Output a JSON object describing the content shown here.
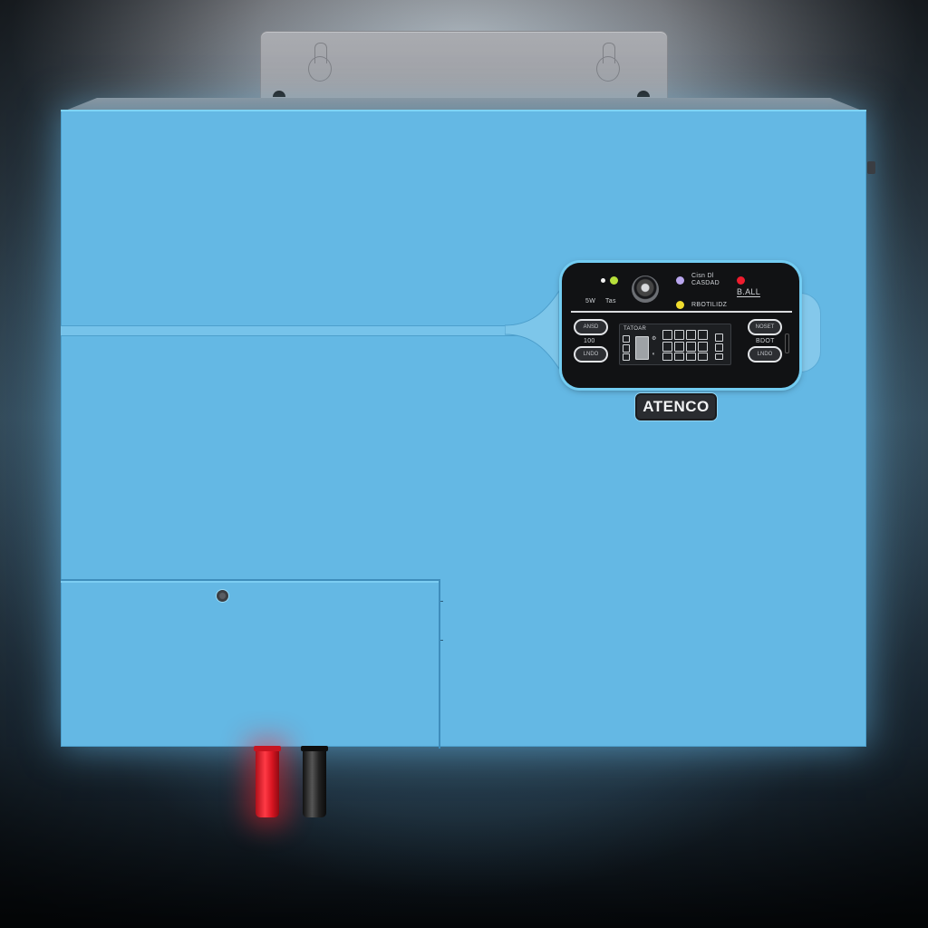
{
  "image": {
    "subject": "wall-mounted electrical unit with control panel",
    "body_color": "#64b8e4",
    "panel_color": "#111214",
    "background_colors": [
      "#2a323a",
      "#3b5566",
      "#05080b"
    ]
  },
  "bracket": {
    "keyholes": 2,
    "screws": 2
  },
  "control_panel": {
    "leds": [
      {
        "name": "white",
        "color": "#f2f2f2"
      },
      {
        "name": "green",
        "color": "#b7e03a"
      },
      {
        "name": "purple",
        "color": "#b9a6ee"
      },
      {
        "name": "yellow",
        "color": "#f0dc2e"
      },
      {
        "name": "red",
        "color": "#ee1c2e"
      }
    ],
    "labels": {
      "left_a": "5W",
      "left_b": "Tas",
      "purple_label_1": "Cisn Dl",
      "purple_label_2": "CASDAD",
      "red_label": "B.ALL",
      "yellow_label": "RBOTILIDZ",
      "left_mid": "100",
      "right_mid": "BDOT"
    },
    "buttons": {
      "left_top": "ANSD",
      "left_bottom": "LNDO",
      "right_top": "NOSET",
      "right_bottom": "LNDO"
    },
    "display": {
      "title": "TATOAR",
      "grid_rows": 3,
      "grid_cols": 4
    }
  },
  "brand": {
    "name": "ATENCO"
  },
  "cables": [
    {
      "name": "positive",
      "color": "#e8192a"
    },
    {
      "name": "negative",
      "color": "#1c1c1c"
    }
  ]
}
